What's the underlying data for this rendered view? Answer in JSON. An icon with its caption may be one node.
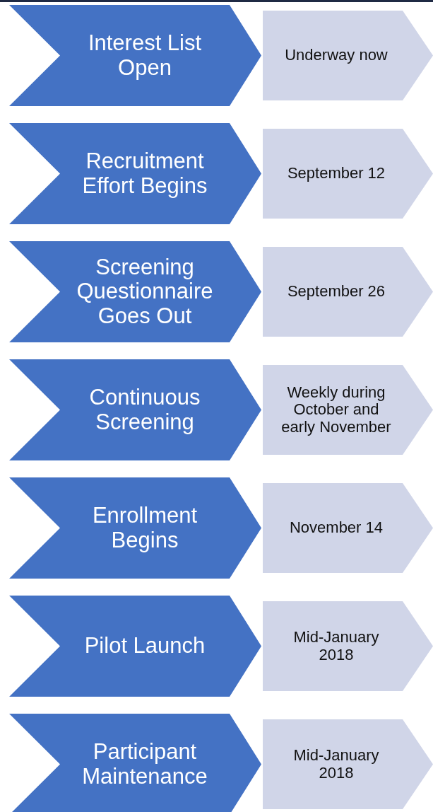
{
  "diagram": {
    "nodes": [
      {
        "text": [
          "Interest List Open"
        ]
      },
      {
        "text": [
          "Underway now"
        ]
      },
      {
        "text": [
          "Recruitment Effort Begins"
        ]
      },
      {
        "text": [
          "September 12"
        ]
      },
      {
        "text": [
          "Screening Questionnaire Goes Out"
        ]
      },
      {
        "text": [
          "September 26"
        ]
      },
      {
        "text": [
          "Continuous Screening"
        ]
      },
      {
        "text": [
          "Weekly during October and early November"
        ]
      },
      {
        "text": [
          "Enrollment Begins"
        ]
      },
      {
        "text": [
          "November 14"
        ]
      },
      {
        "text": [
          "Pilot Launch"
        ]
      },
      {
        "text": [
          "Mid-January 2018"
        ]
      },
      {
        "text": [
          "Participant Maintenance"
        ]
      },
      {
        "text": [
          "Mid-January 2018"
        ]
      }
    ],
    "edges": []
  }
}
